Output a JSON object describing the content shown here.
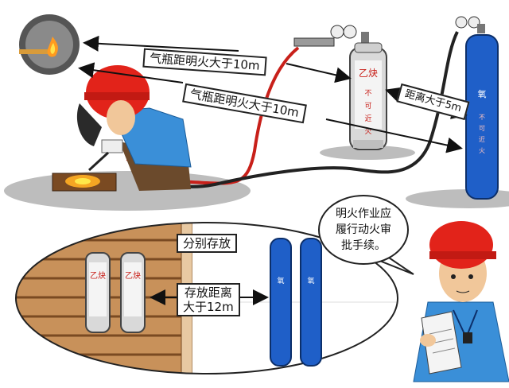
{
  "labels": {
    "upper_distance": "气瓶距明火大于10m",
    "lower_distance": "气瓶距明火大于10m",
    "cylinder_gap": "距离大于5m",
    "separate_storage": "分别存放",
    "storage_distance_line1": "存放距离",
    "storage_distance_line2": "大于12m"
  },
  "bubble": {
    "text": "明火作业应履行动火审批手续。"
  },
  "colors": {
    "helmet_red": "#e2231a",
    "oxygen_blue": "#1f5fc8",
    "acetylene_gray": "#d9d9d9",
    "floor_wood": "#c8915a",
    "hose_red": "#c8201a",
    "hose_black": "#222222",
    "shirt_blue": "#3a8fd8"
  },
  "icons": [
    "flame-icon",
    "welder-figure",
    "acetylene-cylinder",
    "oxygen-cylinder",
    "worker-figure",
    "permit-document-icon"
  ]
}
